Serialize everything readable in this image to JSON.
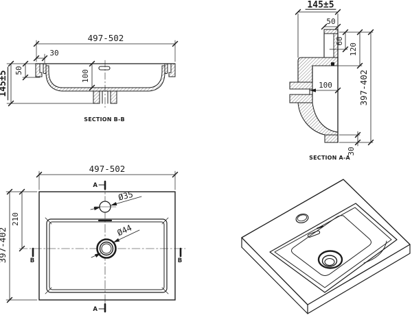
{
  "drawing_type": "washbasin technical drawing, four views",
  "colors": {
    "line": "#1c1c1c",
    "background": "#ffffff"
  },
  "section_bb": {
    "label": "SECTION B-B",
    "dim_width": "497-502",
    "dim_edge_offset": "30",
    "dim_rim_height": "50",
    "dim_basin_depth": "100",
    "dim_total_height": "145±5"
  },
  "section_aa": {
    "label": "SECTION A-A",
    "dim_total_height": "145±5",
    "dim_rim": "50",
    "dim_channel": "60",
    "dim_deck": "120",
    "dim_basin": "100",
    "dim_total_depth": "397-402",
    "dim_flange": "30"
  },
  "plan": {
    "dim_width": "497-502",
    "dim_total_depth": "397-402",
    "dim_drain_offset": "210",
    "dim_faucet_hole": "Ø35",
    "dim_drain_hole": "Ø44",
    "marker_a": "A",
    "marker_b": "B"
  }
}
